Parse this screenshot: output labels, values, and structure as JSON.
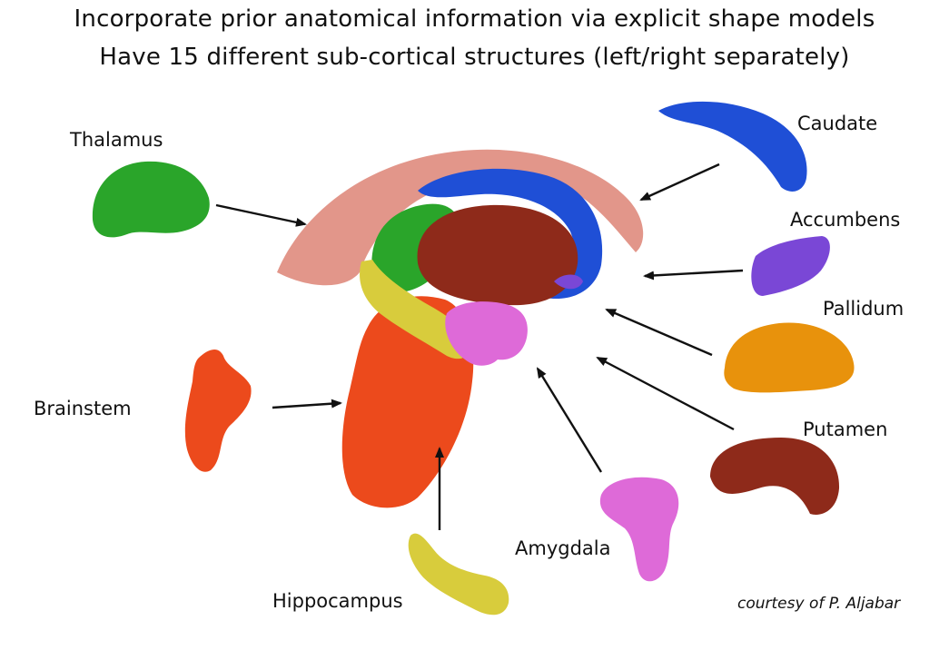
{
  "slide": {
    "title_line1": "Incorporate prior anatomical information via explicit shape models",
    "title_line2": "Have 15 different sub-cortical structures (left/right separately)",
    "credit": "courtesy of P. Aljabar"
  },
  "structures": [
    {
      "name": "Thalamus",
      "color": "#2aa52a"
    },
    {
      "name": "Caudate",
      "color": "#1f4fd6"
    },
    {
      "name": "Accumbens",
      "color": "#7a47d6"
    },
    {
      "name": "Pallidum",
      "color": "#e8920c"
    },
    {
      "name": "Putamen",
      "color": "#8e2a1a"
    },
    {
      "name": "Brainstem",
      "color": "#ec4a1c"
    },
    {
      "name": "Amygdala",
      "color": "#de6ad8"
    },
    {
      "name": "Hippocampus",
      "color": "#d8cc3c"
    }
  ],
  "colors": {
    "cortex_shell": "#e2968a",
    "arrow": "#111111"
  }
}
